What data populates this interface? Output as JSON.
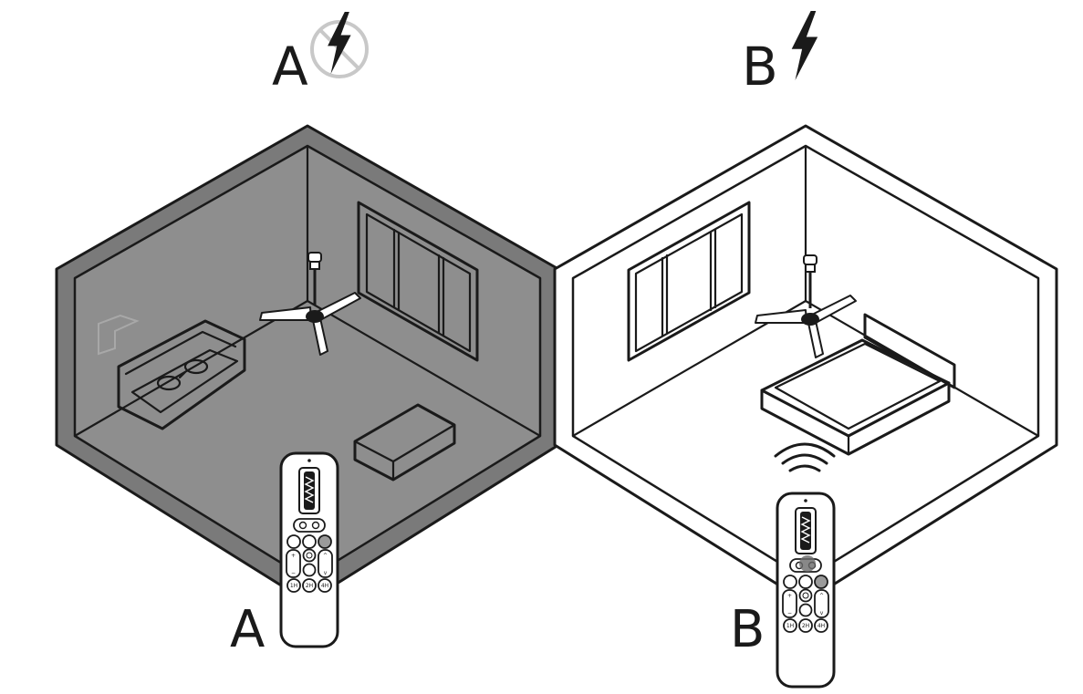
{
  "rooms": [
    {
      "id": "A",
      "header_label": "A",
      "remote_label": "A",
      "power": "off",
      "power_symbol": "lightning-bolt-crossed-out",
      "room_type": "living-room",
      "remote_buttons": [
        "1H",
        "2H",
        "4H"
      ]
    },
    {
      "id": "B",
      "header_label": "B",
      "remote_label": "B",
      "power": "on",
      "power_symbol": "lightning-bolt",
      "room_type": "bedroom",
      "remote_buttons": [
        "1H",
        "2H",
        "4H"
      ]
    }
  ],
  "colors": {
    "room_a_fill": "#7a7a7a",
    "room_a_inner": "#8e8e8e",
    "outline": "#1a1a1a",
    "no_power_circle": "#c8c8c8"
  }
}
